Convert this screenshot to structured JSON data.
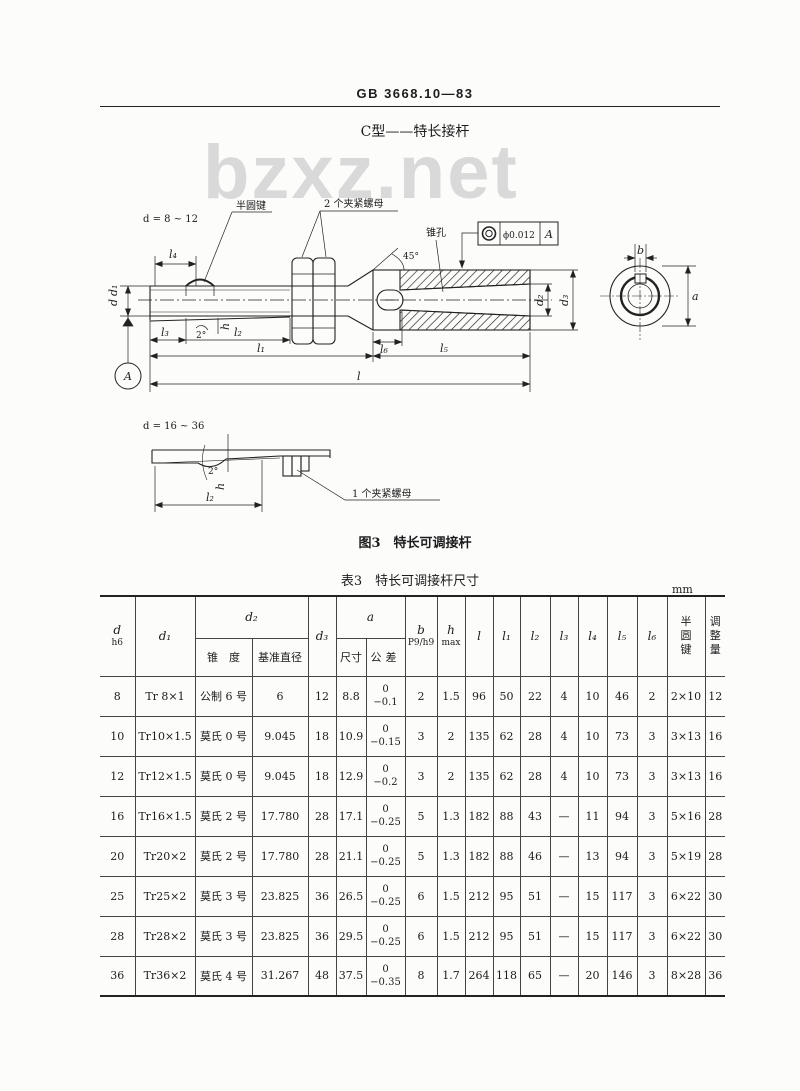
{
  "document": {
    "standard_code": "GB 3668.10—83",
    "section_title": "C型——特长接杆",
    "watermark": "bzxz.net",
    "figure_caption": "图3　特长可调接杆",
    "table_caption": "表3　特长可调接杆尺寸",
    "unit": "mm"
  },
  "figure": {
    "range_small": "d = 8 ~ 12",
    "half_round_key": "半圆键",
    "two_nuts": "2 个夹紧螺母",
    "taper_hole": "锥孔",
    "coaxiality_value": "ϕ0.012",
    "coaxiality_datum": "A",
    "chamfer_angle": "45°",
    "dim_l4": "l₄",
    "dim_d": "d",
    "dim_d1": "d₁",
    "dim_l3": "l₃",
    "taper_angle": "2°",
    "dim_h": "h",
    "dim_l2": "l₂",
    "dim_l6": "l₆",
    "dim_d2": "d₂",
    "dim_d3": "d₃",
    "dim_l1": "l₁",
    "dim_l5": "l₅",
    "dim_l": "l",
    "datum_label": "A",
    "dim_b": "b",
    "dim_a": "a",
    "range_large": "d = 16 ~ 36",
    "variant_taper_angle": "2°",
    "variant_dim_h": "h",
    "variant_dim_l2": "l₂",
    "one_nut": "1 个夹紧螺母"
  },
  "table": {
    "headers": {
      "d": "d",
      "d_tol": "h6",
      "d1": "d₁",
      "d2": "d₂",
      "taper": "锥　度",
      "base_dia": "基准直径",
      "d3": "d₃",
      "a": "a",
      "a_size": "尺寸",
      "a_tol": "公差",
      "b": "b",
      "b_fit": "P9/h9",
      "h": "h",
      "h_max": "max",
      "l": "l",
      "l1": "l₁",
      "l2": "l₂",
      "l3": "l₃",
      "l4": "l₄",
      "l5": "l₅",
      "l6": "l₆",
      "key": "半圆键",
      "adjust": "调整量"
    },
    "rows": [
      {
        "d": "8",
        "d1": "Tr 8×1",
        "taper": "公制 6 号",
        "base_dia": "6",
        "d3": "12",
        "a_size": "8.8",
        "a_tol_upper": "0",
        "a_tol_lower": "−0.1",
        "b": "2",
        "h": "1.5",
        "l": "96",
        "l1": "50",
        "l2": "22",
        "l3": "4",
        "l4": "10",
        "l5": "46",
        "l6": "2",
        "key": "2×10",
        "adjust": "12"
      },
      {
        "d": "10",
        "d1": "Tr10×1.5",
        "taper": "莫氏 0 号",
        "base_dia": "9.045",
        "d3": "18",
        "a_size": "10.9",
        "a_tol_upper": "0",
        "a_tol_lower": "−0.15",
        "b": "3",
        "h": "2",
        "l": "135",
        "l1": "62",
        "l2": "28",
        "l3": "4",
        "l4": "10",
        "l5": "73",
        "l6": "3",
        "key": "3×13",
        "adjust": "16"
      },
      {
        "d": "12",
        "d1": "Tr12×1.5",
        "taper": "莫氏 0 号",
        "base_dia": "9.045",
        "d3": "18",
        "a_size": "12.9",
        "a_tol_upper": "0",
        "a_tol_lower": "−0.2",
        "b": "3",
        "h": "2",
        "l": "135",
        "l1": "62",
        "l2": "28",
        "l3": "4",
        "l4": "10",
        "l5": "73",
        "l6": "3",
        "key": "3×13",
        "adjust": "16"
      },
      {
        "d": "16",
        "d1": "Tr16×1.5",
        "taper": "莫氏 2 号",
        "base_dia": "17.780",
        "d3": "28",
        "a_size": "17.1",
        "a_tol_upper": "0",
        "a_tol_lower": "−0.25",
        "b": "5",
        "h": "1.3",
        "l": "182",
        "l1": "88",
        "l2": "43",
        "l3": "—",
        "l4": "11",
        "l5": "94",
        "l6": "3",
        "key": "5×16",
        "adjust": "28"
      },
      {
        "d": "20",
        "d1": "Tr20×2",
        "taper": "莫氏 2 号",
        "base_dia": "17.780",
        "d3": "28",
        "a_size": "21.1",
        "a_tol_upper": "0",
        "a_tol_lower": "−0.25",
        "b": "5",
        "h": "1.3",
        "l": "182",
        "l1": "88",
        "l2": "46",
        "l3": "—",
        "l4": "13",
        "l5": "94",
        "l6": "3",
        "key": "5×19",
        "adjust": "28"
      },
      {
        "d": "25",
        "d1": "Tr25×2",
        "taper": "莫氏 3 号",
        "base_dia": "23.825",
        "d3": "36",
        "a_size": "26.5",
        "a_tol_upper": "0",
        "a_tol_lower": "−0.25",
        "b": "6",
        "h": "1.5",
        "l": "212",
        "l1": "95",
        "l2": "51",
        "l3": "—",
        "l4": "15",
        "l5": "117",
        "l6": "3",
        "key": "6×22",
        "adjust": "30"
      },
      {
        "d": "28",
        "d1": "Tr28×2",
        "taper": "莫氏 3 号",
        "base_dia": "23.825",
        "d3": "36",
        "a_size": "29.5",
        "a_tol_upper": "0",
        "a_tol_lower": "−0.25",
        "b": "6",
        "h": "1.5",
        "l": "212",
        "l1": "95",
        "l2": "51",
        "l3": "—",
        "l4": "15",
        "l5": "117",
        "l6": "3",
        "key": "6×22",
        "adjust": "30"
      },
      {
        "d": "36",
        "d1": "Tr36×2",
        "taper": "莫氏 4 号",
        "base_dia": "31.267",
        "d3": "48",
        "a_size": "37.5",
        "a_tol_upper": "0",
        "a_tol_lower": "−0.35",
        "b": "8",
        "h": "1.7",
        "l": "264",
        "l1": "118",
        "l2": "65",
        "l3": "—",
        "l4": "20",
        "l5": "146",
        "l6": "3",
        "key": "8×28",
        "adjust": "36"
      }
    ]
  },
  "colors": {
    "ink": "#1c1c1c",
    "watermark": "#d9d9d9",
    "paper": "#fcfcfb"
  }
}
